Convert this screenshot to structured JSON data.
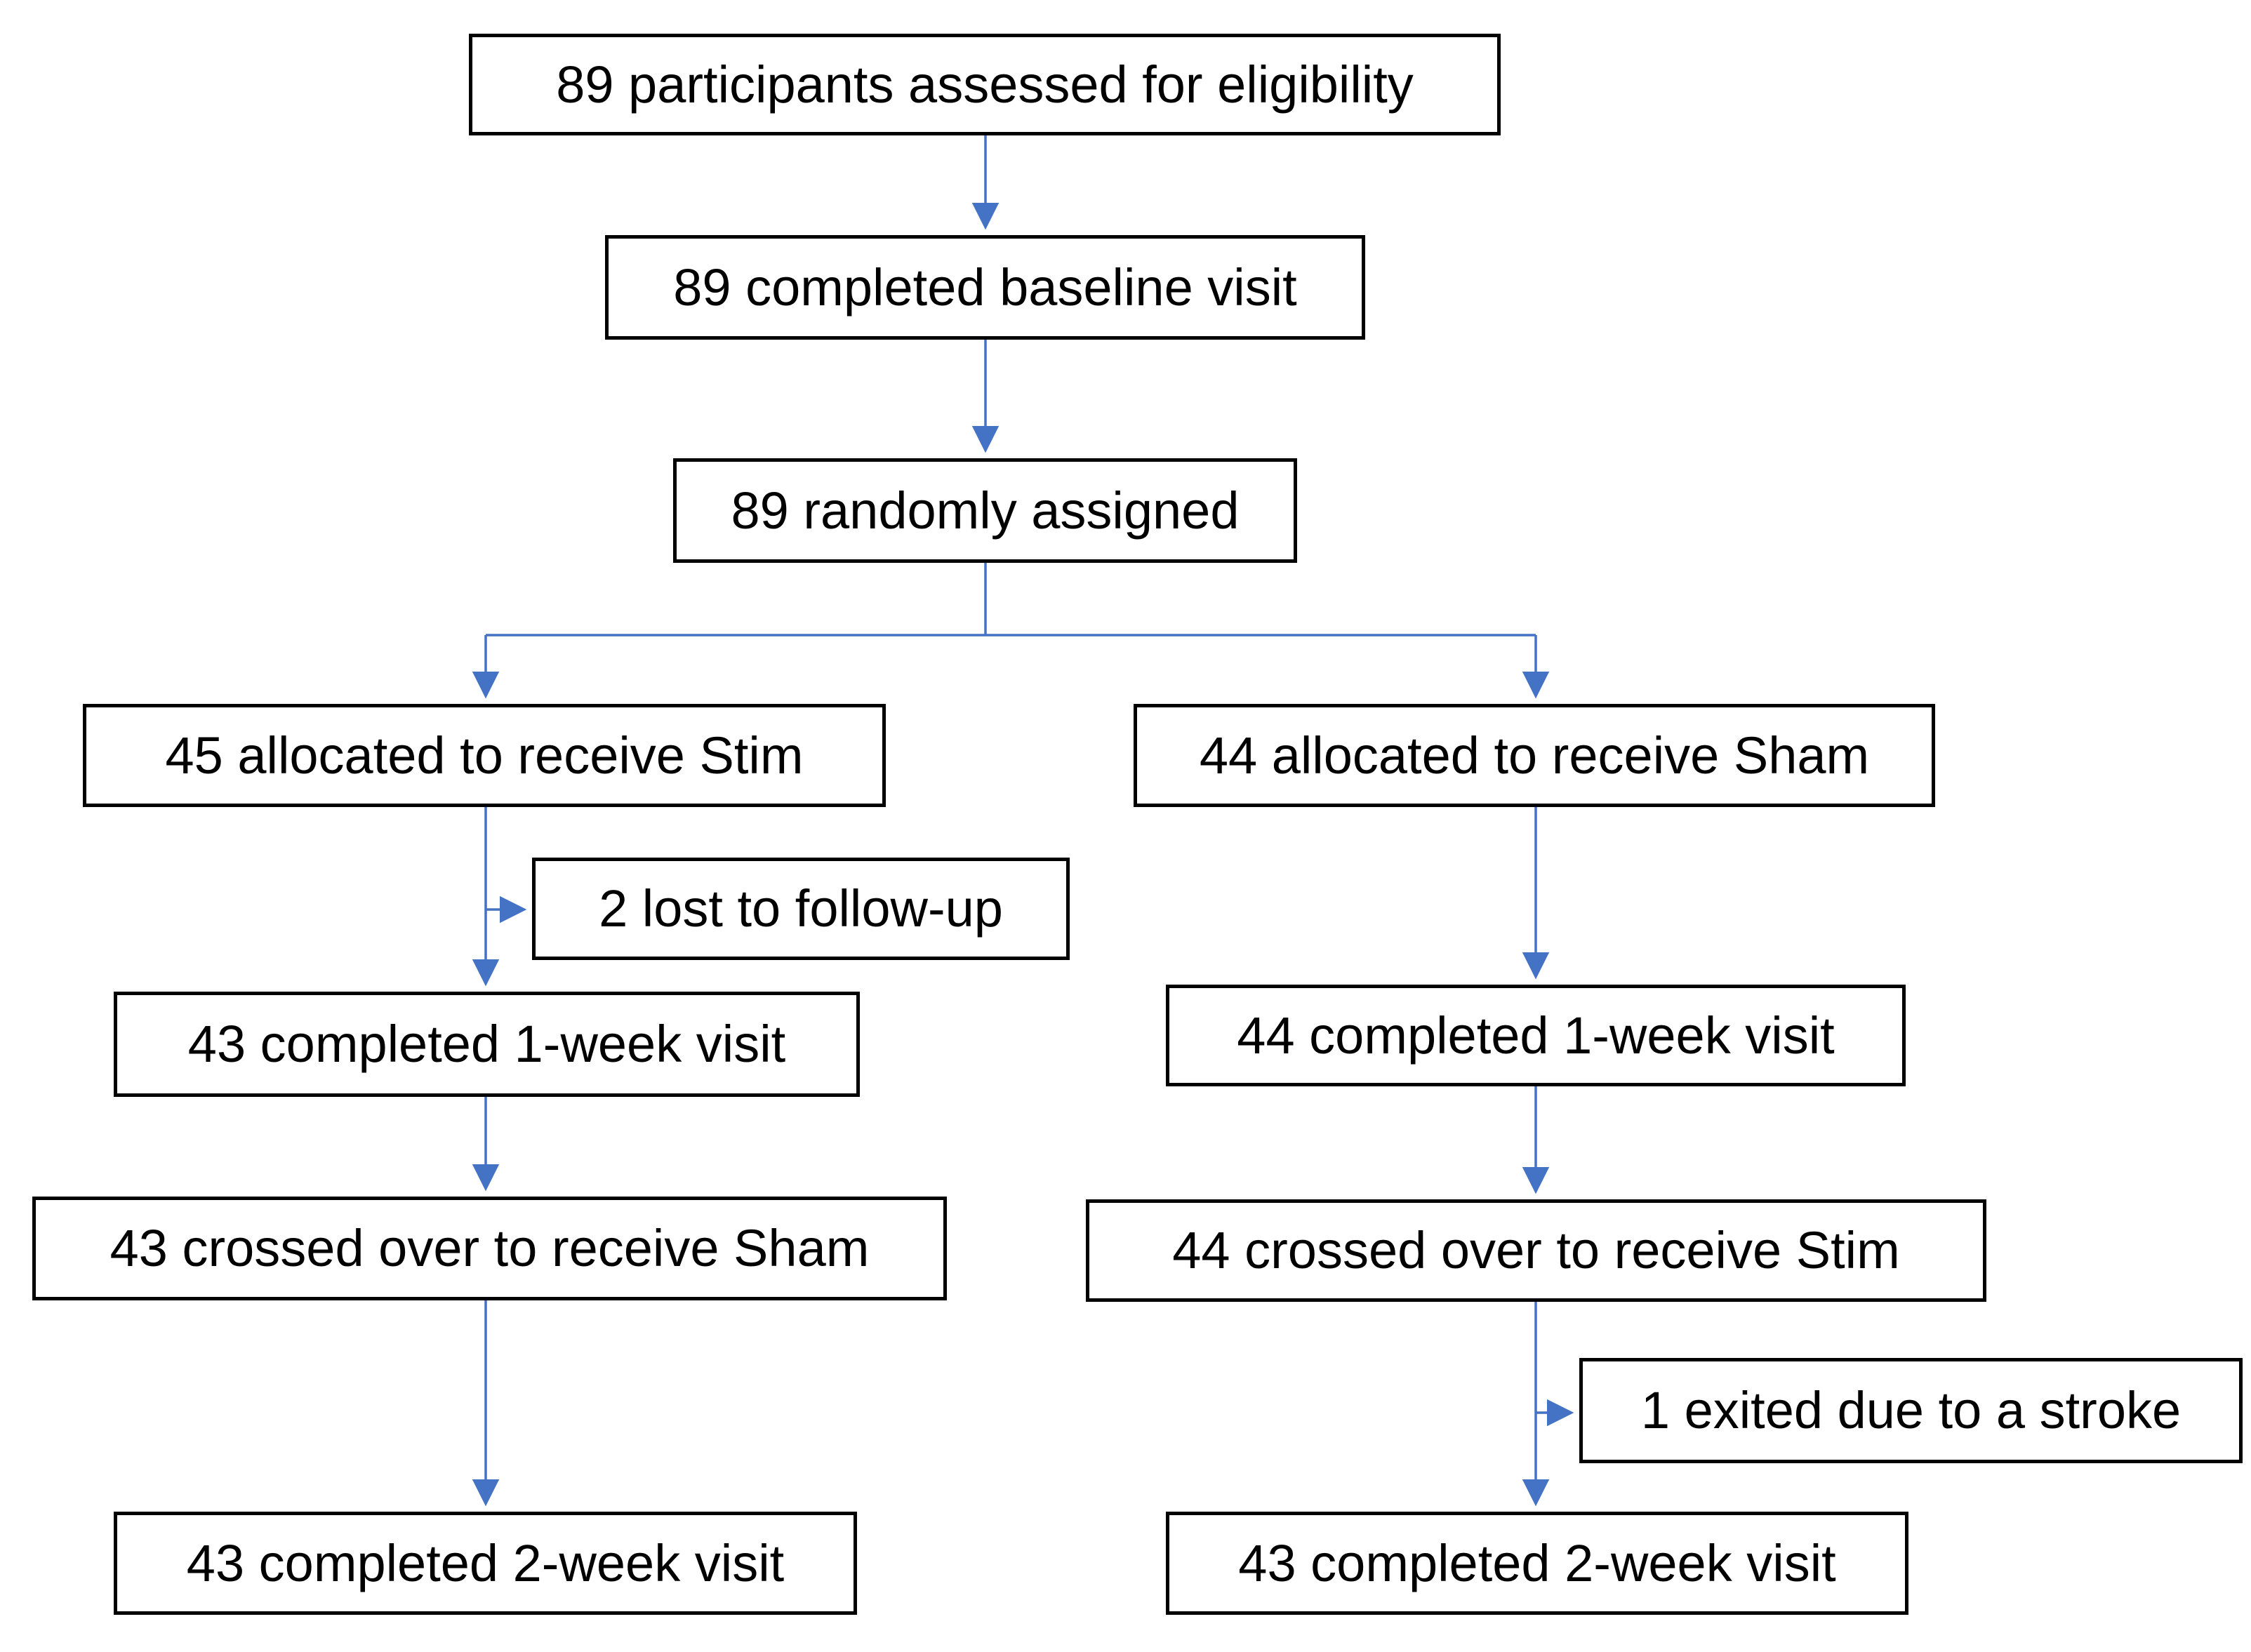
{
  "diagram": {
    "type": "flowchart",
    "arrow_color": "#4472C4",
    "border_color": "#000000",
    "background": "#ffffff",
    "nodes": {
      "assessed": "89 participants assessed for eligibility",
      "baseline": "89 completed baseline visit",
      "randomized": "89 randomly assigned",
      "stim_allocated": "45 allocated to receive Stim",
      "sham_allocated": "44 allocated to receive Sham",
      "stim_lost_followup": "2 lost to follow-up",
      "stim_week1": "43 completed 1-week visit",
      "sham_week1": "44 completed 1-week visit",
      "stim_crossover": "43 crossed over to receive Sham",
      "sham_crossover": "44 crossed over to receive Stim",
      "sham_exited": "1 exited due to a stroke",
      "stim_week2": "43 completed 2-week visit",
      "sham_week2": "43 completed 2-week visit"
    },
    "edges": [
      {
        "from": "assessed",
        "to": "baseline"
      },
      {
        "from": "baseline",
        "to": "randomized"
      },
      {
        "from": "randomized",
        "to": "stim_allocated"
      },
      {
        "from": "randomized",
        "to": "sham_allocated"
      },
      {
        "from": "stim_allocated",
        "to": "stim_week1"
      },
      {
        "from": "stim_allocated",
        "to": "stim_lost_followup",
        "type": "side-branch"
      },
      {
        "from": "stim_week1",
        "to": "stim_crossover"
      },
      {
        "from": "stim_crossover",
        "to": "stim_week2"
      },
      {
        "from": "sham_allocated",
        "to": "sham_week1"
      },
      {
        "from": "sham_week1",
        "to": "sham_crossover"
      },
      {
        "from": "sham_crossover",
        "to": "sham_week2"
      },
      {
        "from": "sham_crossover",
        "to": "sham_exited",
        "type": "side-branch"
      }
    ]
  }
}
